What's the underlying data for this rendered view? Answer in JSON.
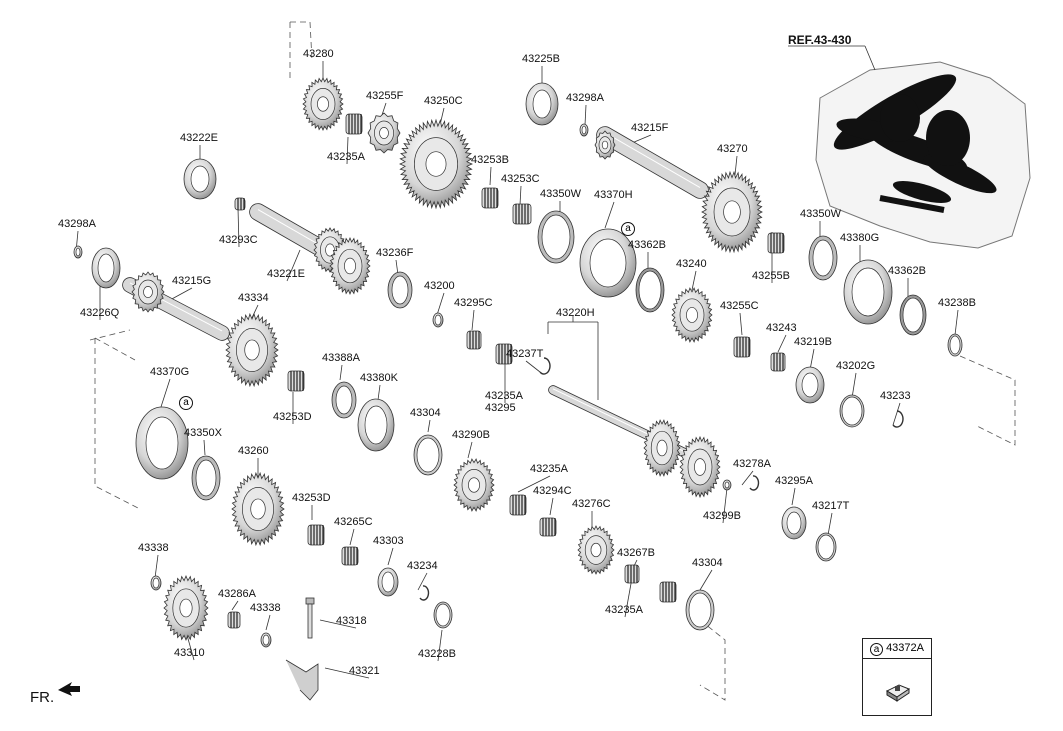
{
  "diagram": {
    "ref_label": "REF.43-430",
    "front_label": "FR.",
    "legend": {
      "marker": "a",
      "part": "43372A"
    },
    "parts": [
      "43280",
      "43255F",
      "43250C",
      "43235A",
      "43222E",
      "43293C",
      "43221E",
      "43298A",
      "43226Q",
      "43215G",
      "43236F",
      "43334",
      "43200",
      "43295C",
      "43253D",
      "43388A",
      "43380K",
      "43304",
      "43370G",
      "43350X",
      "43260",
      "43290B",
      "43253D",
      "43265C",
      "43303",
      "43234",
      "43338",
      "43310",
      "43286A",
      "43338",
      "43318",
      "43321",
      "43228B",
      "43225B",
      "43298A",
      "43215F",
      "43253B",
      "43253C",
      "43350W",
      "43370H",
      "43270",
      "43362B",
      "43240",
      "43255C",
      "43255B",
      "43350W",
      "43380G",
      "43362B",
      "43238B",
      "43243",
      "43219B",
      "43202G",
      "43233",
      "43220H",
      "43237T",
      "43235A",
      "43295",
      "43235A",
      "43294C",
      "43276C",
      "43278A",
      "43299B",
      "43295A",
      "43217T",
      "43267B",
      "43235A",
      "43304"
    ],
    "callout_marker": "a"
  }
}
